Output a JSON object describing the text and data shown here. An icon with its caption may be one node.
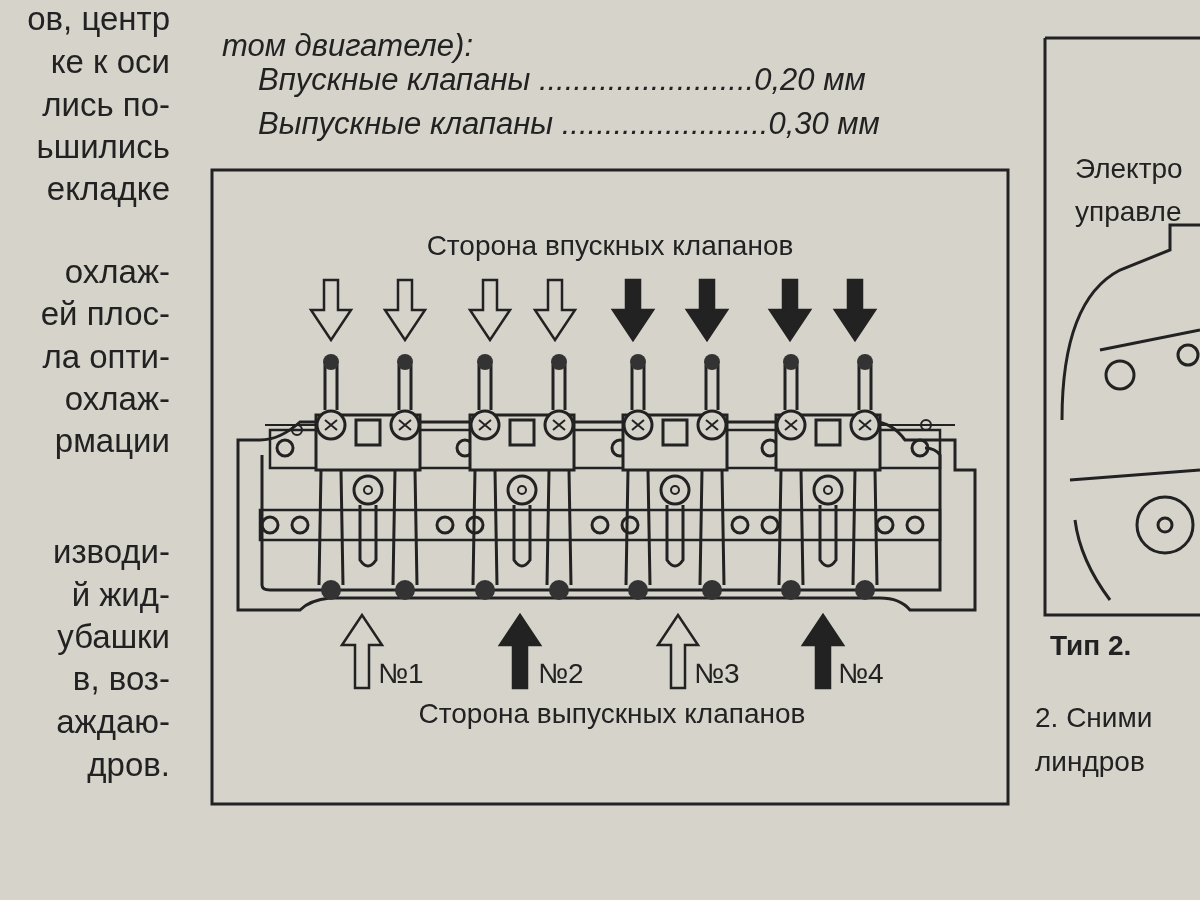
{
  "diagram": {
    "labels": [
      "ов, центр",
      "ке к оси",
      "лись по-",
      "ьшились",
      "екладке",
      "охлаж-",
      "ей плос-",
      "ла опти-",
      "охлаж-",
      "рмации",
      "изводи-",
      "й жид-",
      "убашки",
      "в, воз-",
      "аждаю-",
      "дров.",
      "том двигателе):",
      "Впускные клапаны .........................0,20 мм",
      "Выпускные клапаны ........................0,30 мм",
      "Электро",
      "управле",
      "Сторона впускных клапанов",
      "№1",
      "№2",
      "№3",
      "№4",
      "Сторона выпускных клапанов",
      "Тип 2.",
      "2. Сними",
      "линдров"
    ]
  }
}
